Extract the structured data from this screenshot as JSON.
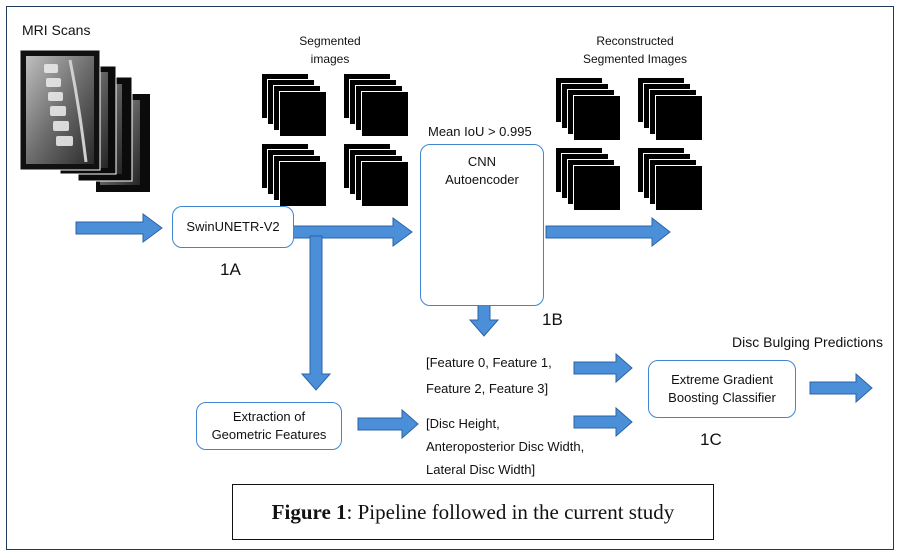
{
  "labels": {
    "mri_scans": "MRI Scans",
    "segmented_images_line1": "Segmented",
    "segmented_images_line2": "images",
    "reconstructed_line1": "Reconstructed",
    "reconstructed_line2": "Segmented Images",
    "mean_iou": "Mean IoU > 0.995",
    "disc_bulging_predictions": "Disc Bulging Predictions"
  },
  "blocks": {
    "swin": {
      "label": "SwinUNETR-V2",
      "tag": "1A"
    },
    "cnn": {
      "label_line1": "CNN",
      "label_line2": "Autoencoder",
      "tag": "1B"
    },
    "extraction": {
      "label_line1": "Extraction of",
      "label_line2": "Geometric Features"
    },
    "xgb": {
      "label_line1": "Extreme Gradient",
      "label_line2": "Boosting Classifier",
      "tag": "1C"
    }
  },
  "feature_lists": {
    "latent_line1": "[Feature 0, Feature 1,",
    "latent_line2": "Feature 2, Feature 3]",
    "geometric_line1": "[Disc Height,",
    "geometric_line2": "Anteroposterior Disc Width,",
    "geometric_line3": "Lateral Disc Width]"
  },
  "caption": {
    "bold": "Figure 1",
    "rest": ": Pipeline followed in the current study"
  },
  "colors": {
    "arrow_fill": "#4a8fd8",
    "arrow_stroke": "#2b63a8",
    "box_border": "#3f86cf"
  }
}
